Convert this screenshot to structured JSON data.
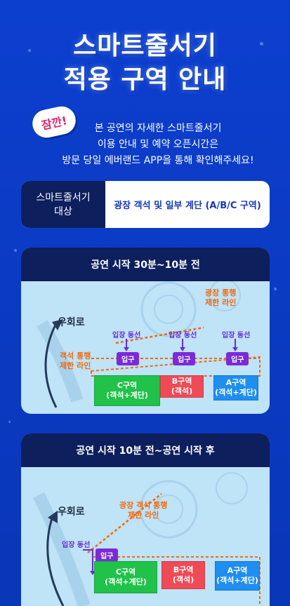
{
  "header": {
    "title_line1": "스마트줄서기",
    "title_line2": "적용 구역 안내"
  },
  "notice": {
    "badge": "잠깐!",
    "lines": [
      "본 공연의 자세한 스마트줄서기",
      "이용 안내 및 예약 오픈시간은",
      "방문 당일 에버랜드 APP을 통해 확인해주세요!"
    ]
  },
  "target": {
    "label_line1": "스마트줄서기",
    "label_line2": "대상",
    "value": "광장 객석 및 일부 계단 (A/B/C 구역)"
  },
  "panel1": {
    "title": "공연 시작 30분~10분 전",
    "detour": "우회로",
    "plaza_limit": [
      "광장 통행",
      "제한 라인"
    ],
    "seat_limit": [
      "객석 통행",
      "제한 라인"
    ],
    "entry_flow": "입장 동선",
    "entry": "입구",
    "zones": {
      "c": [
        "C구역",
        "(객석+계단)"
      ],
      "b": [
        "B구역",
        "(객석)"
      ],
      "a": [
        "A구역",
        "(객석+계단)"
      ]
    }
  },
  "panel2": {
    "title": "공연 시작 10분 전~공연 시작 후",
    "detour": "우회로",
    "limit": [
      "광장 객석 통행",
      "제한 라인"
    ],
    "entry_flow": "입장 동선",
    "entry": "입구",
    "zones": {
      "c": [
        "C구역",
        "(객석+계단)"
      ],
      "b": [
        "B구역",
        "(객석)"
      ],
      "a": [
        "A구역",
        "(객석+계단)"
      ]
    }
  },
  "colors": {
    "background": "#0b3bc4",
    "navy": "#0d1f5c",
    "orange": "#f06a10",
    "purple": "#7a2bd8",
    "zone_c": "#20c24a",
    "zone_b": "#ee4b56",
    "zone_a": "#1e8ef0"
  }
}
